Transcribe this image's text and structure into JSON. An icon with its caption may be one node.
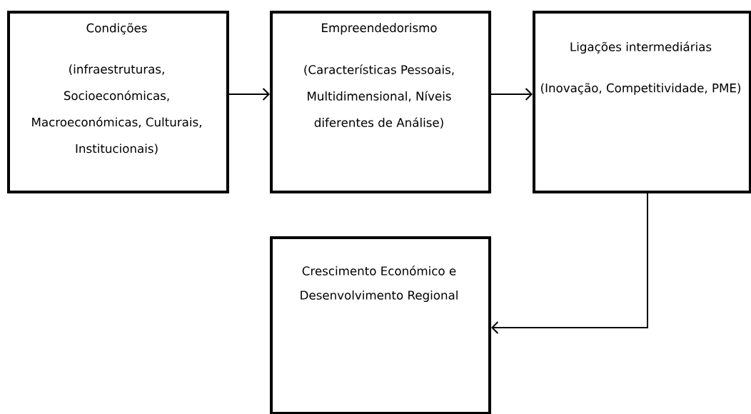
{
  "diagram": {
    "nodes": [
      {
        "text": [
          "Condições",
          "(infraestruturas, Socioeconómicas, Macroeconómicas, Culturais, Institucionais)"
        ]
      },
      {
        "text": [
          "Empreendedorismo",
          "(Características Pessoais, Multidimensional, Níveis diferentes de Análise)"
        ]
      },
      {
        "text": [
          "Ligações intermediárias",
          "(Inovação, Competitividade, PME)"
        ]
      },
      {
        "text": [
          "Crescimento Económico e Desenvolvimento Regional"
        ]
      }
    ],
    "edges": [
      {
        "from": 0,
        "to": 1,
        "arrow": "to"
      },
      {
        "from": 1,
        "to": 2,
        "arrow": "to"
      },
      {
        "from": 2,
        "to": 3,
        "arrow": "to"
      }
    ]
  }
}
